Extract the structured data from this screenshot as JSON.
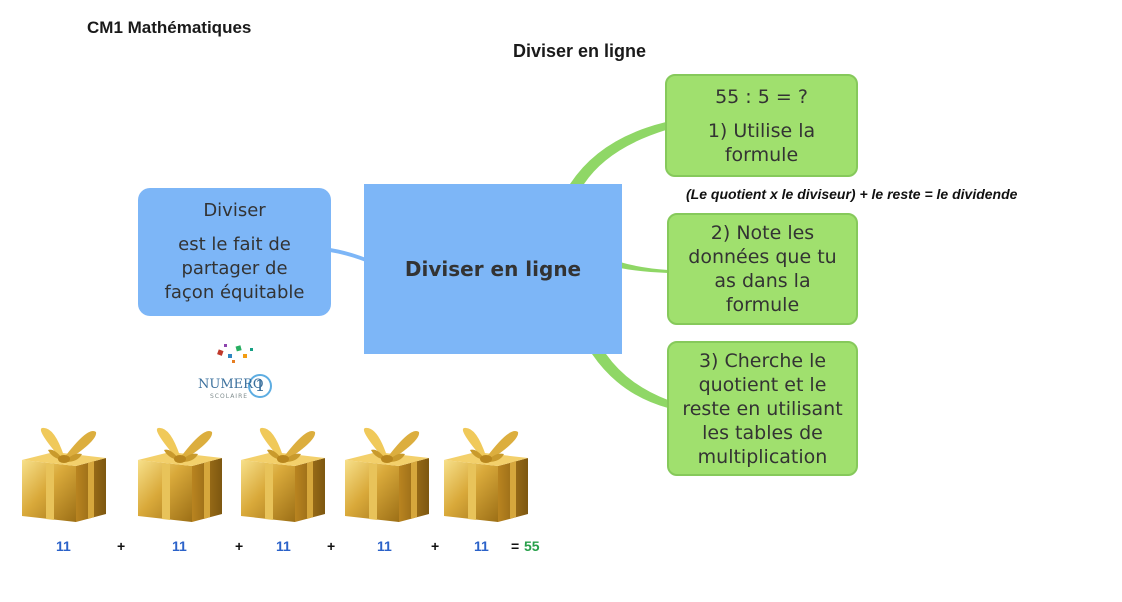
{
  "header": {
    "course_title": "CM1 Mathématiques",
    "page_title": "Diviser en ligne"
  },
  "definition": {
    "term": "Diviser",
    "text_lines": [
      "est le fait de",
      "partager de",
      "façon équitable"
    ]
  },
  "center": {
    "label": "Diviser en ligne"
  },
  "steps": {
    "step1": {
      "equation": "55 : 5 = ?",
      "lines": [
        "1) Utilise la",
        "formule"
      ]
    },
    "formula": "(Le quotient x le diviseur) + le reste = le dividende",
    "step2": {
      "lines": [
        "2) Note les",
        "données que tu",
        "as dans la",
        "formule"
      ]
    },
    "step3": {
      "lines": [
        "3) Cherche le",
        "quotient et le",
        "reste en utilisant",
        "les tables de",
        "multiplication"
      ]
    }
  },
  "logo": {
    "text_main": "NUMERO",
    "text_digit": "1",
    "text_sub": "SCOLAIRE"
  },
  "gifts": {
    "count": 5,
    "values": [
      "11",
      "11",
      "11",
      "11",
      "11"
    ],
    "plus": "+",
    "equals": "=",
    "total": "55"
  },
  "colors": {
    "blue_box": "#7db6f7",
    "green_box": "#a0e06e",
    "connector": "#8fd766",
    "number_blue": "#2b62c9",
    "total_green": "#27a04a"
  }
}
